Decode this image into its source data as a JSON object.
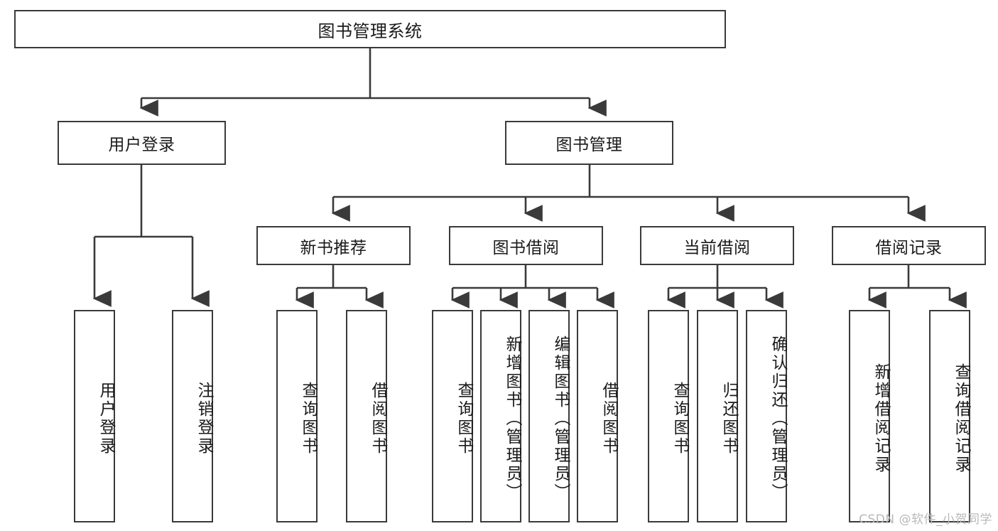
{
  "diagram": {
    "title": "图书管理系统",
    "type": "hierarchy-tree",
    "root": {
      "id": "root",
      "label": "图书管理系统"
    },
    "level2": [
      {
        "id": "user-login",
        "label": "用户登录"
      },
      {
        "id": "book-management",
        "label": "图书管理"
      }
    ],
    "level3": [
      {
        "id": "new-book-recommend",
        "label": "新书推荐",
        "parent": "book-management"
      },
      {
        "id": "book-borrow",
        "label": "图书借阅",
        "parent": "book-management"
      },
      {
        "id": "current-borrow",
        "label": "当前借阅",
        "parent": "book-management"
      },
      {
        "id": "borrow-record",
        "label": "借阅记录",
        "parent": "book-management"
      }
    ],
    "leaves": {
      "user_login": [
        {
          "id": "leaf-user-login",
          "label": "用户登录"
        },
        {
          "id": "leaf-user-logout",
          "label": "注销登录"
        }
      ],
      "new_book_recommend": [
        {
          "id": "leaf-query-book-1",
          "label": "查询图书"
        },
        {
          "id": "leaf-borrow-book-1",
          "label": "借阅图书"
        }
      ],
      "book_borrow": [
        {
          "id": "leaf-query-book-2",
          "label": "查询图书"
        },
        {
          "id": "leaf-add-book",
          "label": "新增图书（管理员）"
        },
        {
          "id": "leaf-edit-book",
          "label": "编辑图书（管理员）"
        },
        {
          "id": "leaf-borrow-book-2",
          "label": "借阅图书"
        }
      ],
      "current_borrow": [
        {
          "id": "leaf-query-book-3",
          "label": "查询图书"
        },
        {
          "id": "leaf-return-book",
          "label": "归还图书"
        },
        {
          "id": "leaf-confirm-return",
          "label": "确认归还（管理员）"
        }
      ],
      "borrow_record": [
        {
          "id": "leaf-add-record",
          "label": "新增借阅记录"
        },
        {
          "id": "leaf-query-record",
          "label": "查询借阅记录"
        }
      ]
    },
    "colors": {
      "box_border": "#3a3a3a",
      "box_fill": "#ffffff",
      "connector": "#3a3a3a",
      "text": "#1a1a1a",
      "watermark": "#b9b9b9"
    }
  },
  "watermark": {
    "text": "CSDN @软件_小贺同学"
  }
}
